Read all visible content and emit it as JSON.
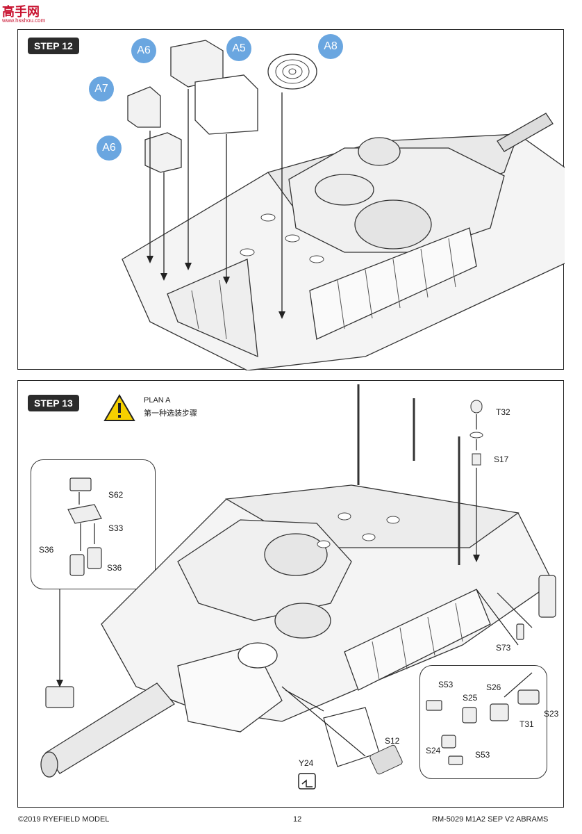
{
  "watermark": {
    "logo_text": "高手网",
    "logo_url": "www.hsshou.com"
  },
  "step12": {
    "badge": "STEP 12",
    "callouts": [
      "A6",
      "A5",
      "A8",
      "A7",
      "A6"
    ]
  },
  "step13": {
    "badge": "STEP 13",
    "plan_title": "PLAN A",
    "plan_subtitle": "第一种选装步骤",
    "parts": {
      "t32": "T32",
      "s17": "S17",
      "s62": "S62",
      "s33": "S33",
      "s36_left": "S36",
      "s36_right": "S36",
      "s73": "S73",
      "s53_top": "S53",
      "s25": "S25",
      "s26": "S26",
      "s23": "S23",
      "t31": "T31",
      "s24": "S24",
      "s53_bottom": "S53",
      "s12": "S12",
      "y24": "Y24"
    }
  },
  "footer": {
    "copyright": "©2019 RYEFIELD MODEL",
    "page_number": "12",
    "product_code": "RM-5029 M1A2 SEP V2 ABRAMS"
  }
}
